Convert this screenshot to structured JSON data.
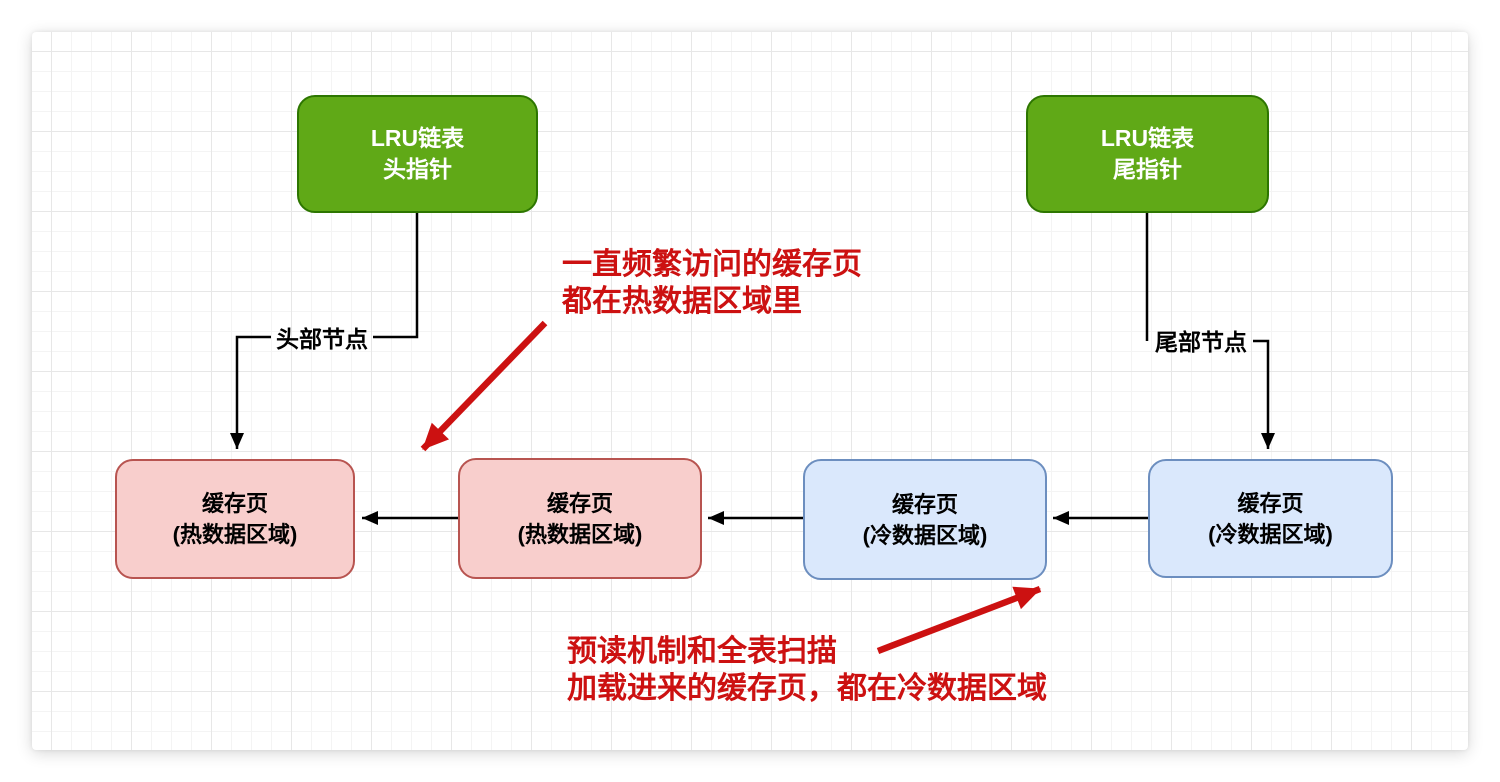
{
  "canvas": {
    "nodes": {
      "lru_head": {
        "line1": "LRU链表",
        "line2": "头指针"
      },
      "lru_tail": {
        "line1": "LRU链表",
        "line2": "尾指针"
      },
      "hot1": {
        "line1": "缓存页",
        "line2": "(热数据区域)"
      },
      "hot2": {
        "line1": "缓存页",
        "line2": "(热数据区域)"
      },
      "cold1": {
        "line1": "缓存页",
        "line2": "(冷数据区域)"
      },
      "cold2": {
        "line1": "缓存页",
        "line2": "(冷数据区域)"
      }
    },
    "edge_labels": {
      "head": "头部节点",
      "tail": "尾部节点"
    },
    "annotations": {
      "hot": {
        "line1": "一直频繁访问的缓存页",
        "line2": "都在热数据区域里"
      },
      "cold": {
        "line1": "预读机制和全表扫描",
        "line2": "加载进来的缓存页，都在冷数据区域"
      }
    },
    "colors": {
      "green_fill": "#60a917",
      "green_stroke": "#2d7600",
      "pink_fill": "#f8cecc",
      "pink_stroke": "#b85450",
      "blue_fill": "#dae8fc",
      "blue_stroke": "#6c8ebf",
      "annotation_red": "#cc1111",
      "connector_black": "#000000",
      "grid_minor": "#f4f4f4",
      "grid_major": "#e7e7e7"
    }
  }
}
